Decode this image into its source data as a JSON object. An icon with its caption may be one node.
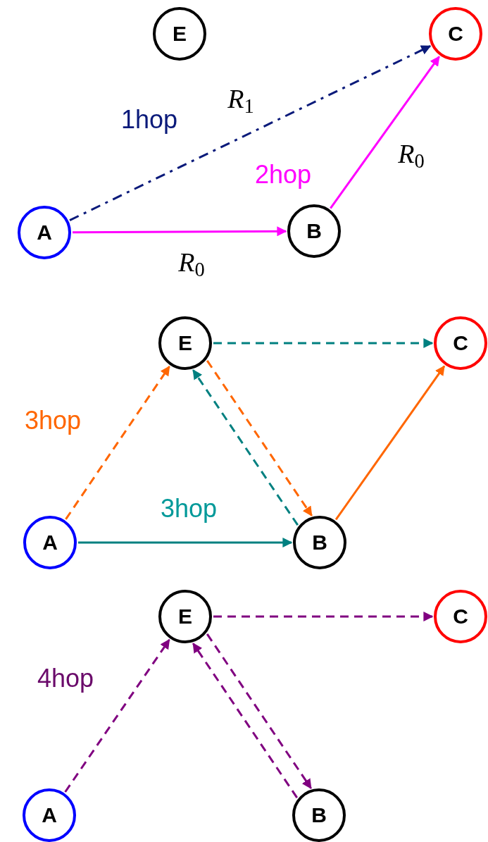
{
  "diagram": {
    "nodes": [
      {
        "text": [
          "E"
        ]
      },
      {
        "text": [
          "C"
        ]
      },
      {
        "text": [
          "A"
        ]
      },
      {
        "text": [
          "B"
        ]
      },
      {
        "text": [
          "E"
        ]
      },
      {
        "text": [
          "C"
        ]
      },
      {
        "text": [
          "A"
        ]
      },
      {
        "text": [
          "B"
        ]
      },
      {
        "text": [
          "E"
        ]
      },
      {
        "text": [
          "C"
        ]
      },
      {
        "text": [
          "A"
        ]
      },
      {
        "text": [
          "B"
        ]
      }
    ],
    "edges": [
      {
        "from": 2,
        "to": 1,
        "arrow": "to",
        "style": "dashed",
        "color": "#0a1a7a",
        "label": "*R*$_{1}$"
      },
      {
        "from": 2,
        "to": 3,
        "arrow": "to",
        "color": "#ff00ff",
        "label": "*R*$_{0}$"
      },
      {
        "from": 3,
        "to": 1,
        "arrow": "to",
        "color": "#ff00ff",
        "label": "*R*$_{0}$"
      },
      {
        "from": 6,
        "to": 4,
        "arrow": "to",
        "style": "dashed",
        "color": "#ff6600"
      },
      {
        "from": 4,
        "to": 7,
        "arrow": "to",
        "style": "dashed",
        "color": "#ff6600"
      },
      {
        "from": 7,
        "to": 5,
        "arrow": "to",
        "color": "#ff6600"
      },
      {
        "from": 6,
        "to": 7,
        "arrow": "to",
        "color": "#008080"
      },
      {
        "from": 7,
        "to": 4,
        "arrow": "to",
        "style": "dashed",
        "color": "#008080"
      },
      {
        "from": 4,
        "to": 5,
        "arrow": "to",
        "style": "dashed",
        "color": "#008080"
      },
      {
        "from": 10,
        "to": 8,
        "arrow": "to",
        "style": "dashed",
        "color": "#800080"
      },
      {
        "from": 8,
        "to": 11,
        "arrow": "to",
        "style": "dashed",
        "color": "#800080"
      },
      {
        "from": 11,
        "to": 8,
        "arrow": "to",
        "style": "dashed",
        "color": "#800080"
      },
      {
        "from": 8,
        "to": 9,
        "arrow": "to",
        "style": "dashed",
        "color": "#800080"
      }
    ],
    "labels": [
      "1hop",
      "2hop",
      "3hop",
      "3hop",
      "4hop"
    ]
  }
}
